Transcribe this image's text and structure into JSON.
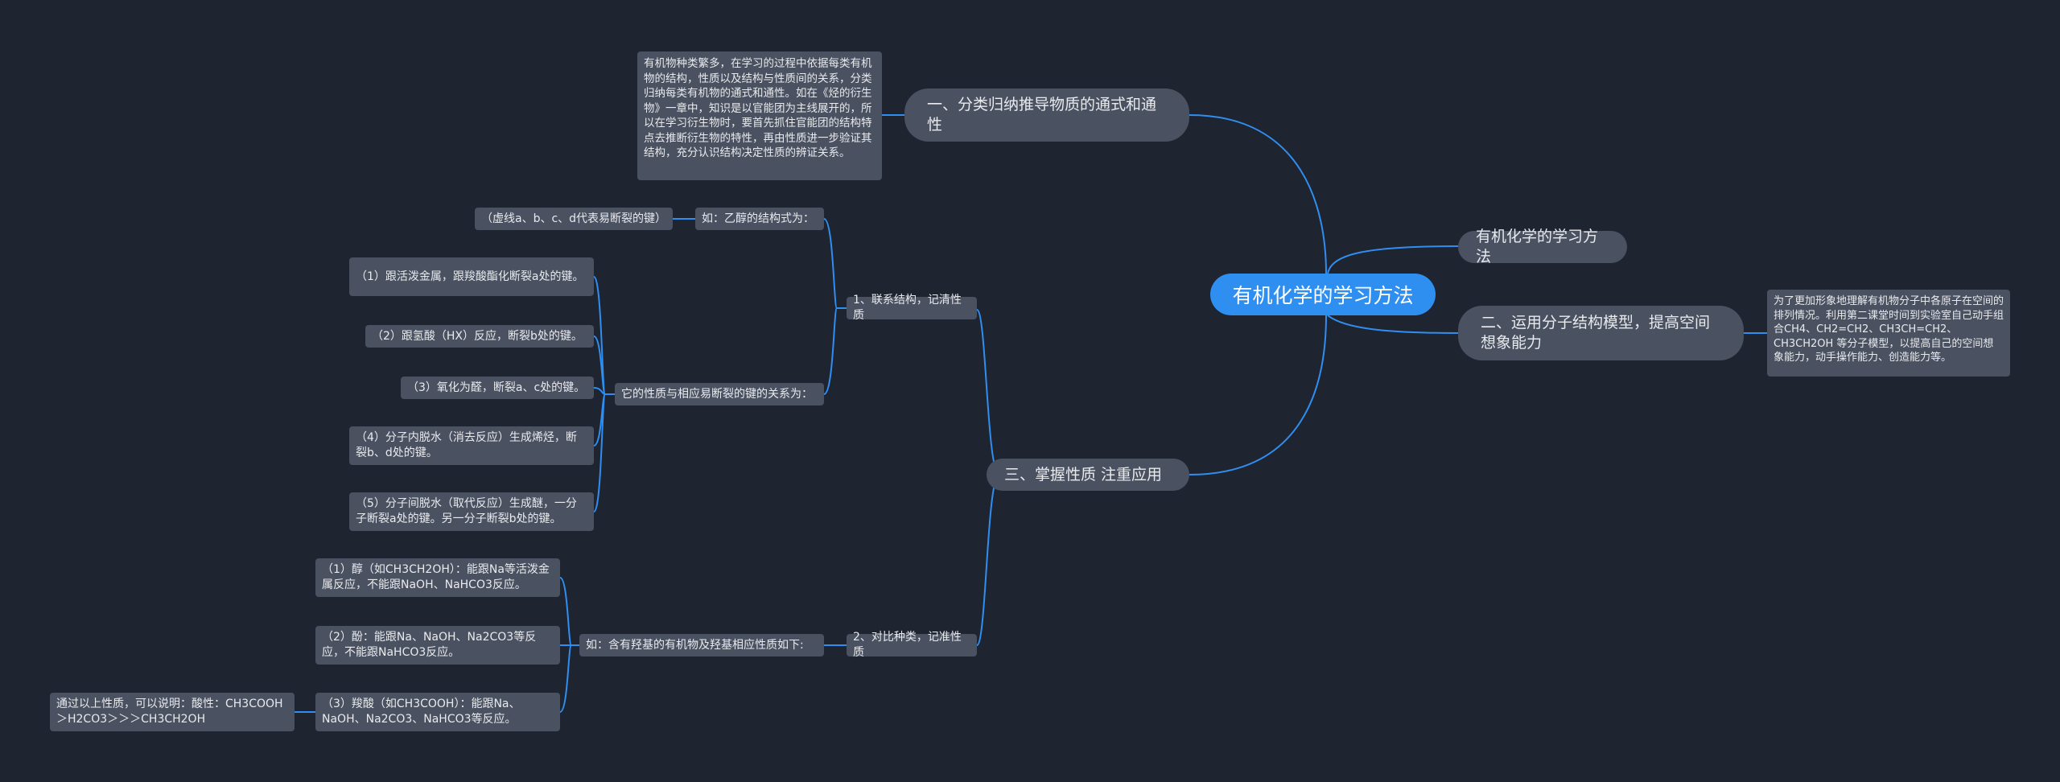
{
  "root": {
    "label": "有机化学的学习方法"
  },
  "right_branches": {
    "b1": "有机化学的学习方法",
    "b2": "二、运用分子结构模型，提高空间想象能力",
    "b2_note": "为了更加形象地理解有机物分子中各原子在空间的排列情况。利用第二课堂时间到实验室自己动手组合CH4、CH2=CH2、CH3CH=CH2、CH3CH2OH 等分子模型，以提高自己的空间想象能力，动手操作能力、创造能力等。"
  },
  "left_branches": {
    "b1": "一、分类归纳推导物质的通式和通性",
    "b1_note": "有机物种类繁多，在学习的过程中依据每类有机物的结构，性质以及结构与性质间的关系，分类归纳每类有机物的通式和通性。如在《烃的衍生物》一章中，知识是以官能团为主线展开的，所以在学习衍生物时，要首先抓住官能团的结构特点去推断衍生物的特性，再由性质进一步验证其结构，充分认识结构决定性质的辨证关系。",
    "b3": "三、掌握性质 注重应用",
    "sub1": "1、联系结构，记清性质",
    "sub1_a": "如：乙醇的结构式为：",
    "sub1_a_note": "（虚线a、b、c、d代表易断裂的键）",
    "sub1_b": "它的性质与相应易断裂的键的关系为：",
    "sub1_b_items": [
      "（1）跟活泼金属，跟羧酸酯化断裂a处的键。",
      "（2）跟氢酸（HX）反应，断裂b处的键。",
      "（3）氧化为醛，断裂a、c处的键。",
      "（4）分子内脱水（消去反应）生成烯烃，断裂b、d处的键。",
      "（5）分子间脱水（取代反应）生成醚，一分子断裂a处的键。另一分子断裂b处的键。"
    ],
    "sub2": "2、对比种类，记准性质",
    "sub2_a": "如：含有羟基的有机物及羟基相应性质如下:",
    "sub2_items": [
      "（1）醇（如CH3CH2OH）：能跟Na等活泼金属反应，不能跟NaOH、NaHCO3反应。",
      "（2）酚：能跟Na、NaOH、Na2CO3等反应，不能跟NaHCO3反应。",
      "（3）羧酸（如CH3COOH）：能跟Na、NaOH、Na2CO3、NaHCO3等反应。"
    ],
    "sub2_conclusion": "通过以上性质，可以说明：酸性：CH3COOH＞H2CO3＞＞＞CH3CH2OH"
  },
  "colors": {
    "background": "#1f2431",
    "root": "#2f8ff0",
    "node": "#4a5160",
    "line": "#2f8ff0"
  }
}
